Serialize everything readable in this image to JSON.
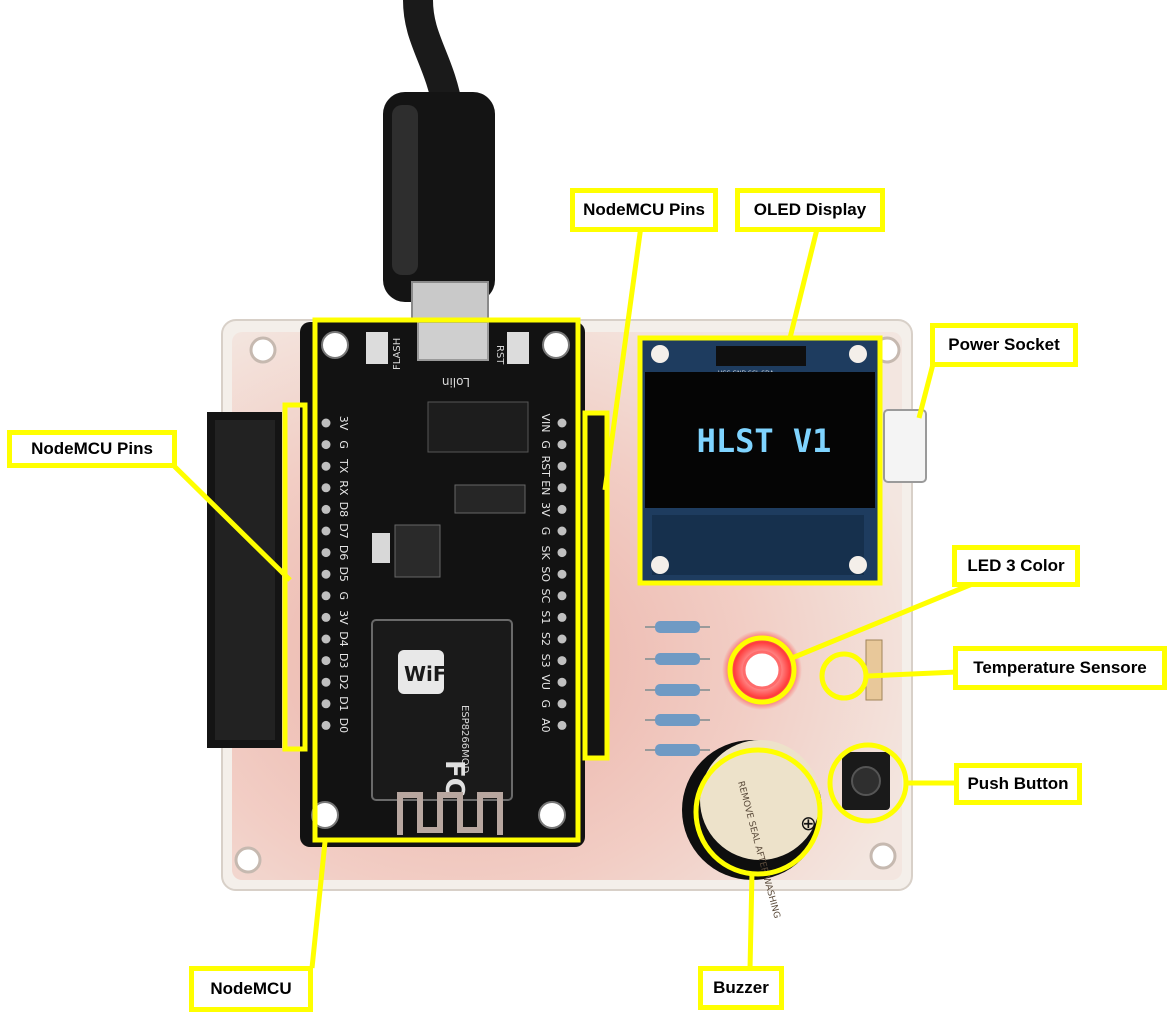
{
  "labels": {
    "nodemcu_pins_left": "NodeMCU Pins",
    "nodemcu_pins_right": "NodeMCU Pins",
    "oled_display": "OLED Display",
    "power_socket": "Power Socket",
    "led_3_color": "LED 3 Color",
    "temperature_sensor": "Temperature Sensore",
    "push_button": "Push Button",
    "nodemcu": "NodeMCU",
    "buzzer": "Buzzer"
  },
  "board": {
    "oled_text": "HLST V1",
    "oled_header_text": "VCC GND SCL SDA",
    "module_brand": "Lolin",
    "btn_flash": "FLASH",
    "btn_rst": "RST",
    "wifi_logo": "WiFi",
    "module_chip": "ESP8266MOD",
    "fcc_mark": "FC",
    "buzzer_sticker": "REMOVE SEAL AFTER WASHING",
    "pins_left": [
      "3V",
      "G",
      "TX",
      "RX",
      "D8",
      "D7",
      "D6",
      "D5",
      "G",
      "3V",
      "D4",
      "D3",
      "D2",
      "D1",
      "D0"
    ],
    "pins_right": [
      "VIN",
      "G",
      "RST",
      "EN",
      "3V",
      "G",
      "SK",
      "SO",
      "SC",
      "S1",
      "S2",
      "S3",
      "VU",
      "G",
      "A0"
    ]
  },
  "colors": {
    "highlight": "#ffff00",
    "oled_text": "#7fd4ff",
    "led_glow": "#ff3b3b",
    "pcb": "#f1c2b8",
    "module": "#121212"
  }
}
